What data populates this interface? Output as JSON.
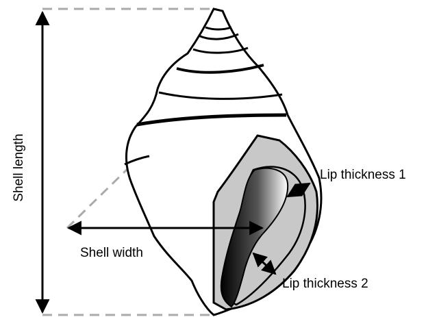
{
  "labels": {
    "shell_length": "Shell length",
    "shell_width": "Shell width",
    "lip_thickness_1": "Lip thickness 1",
    "lip_thickness_2": "Lip thickness 2"
  },
  "colors": {
    "outline": "#000000",
    "aperture_fill": "#c8c8c8",
    "guide_dash": "#aaaaaa",
    "background": "#ffffff"
  }
}
